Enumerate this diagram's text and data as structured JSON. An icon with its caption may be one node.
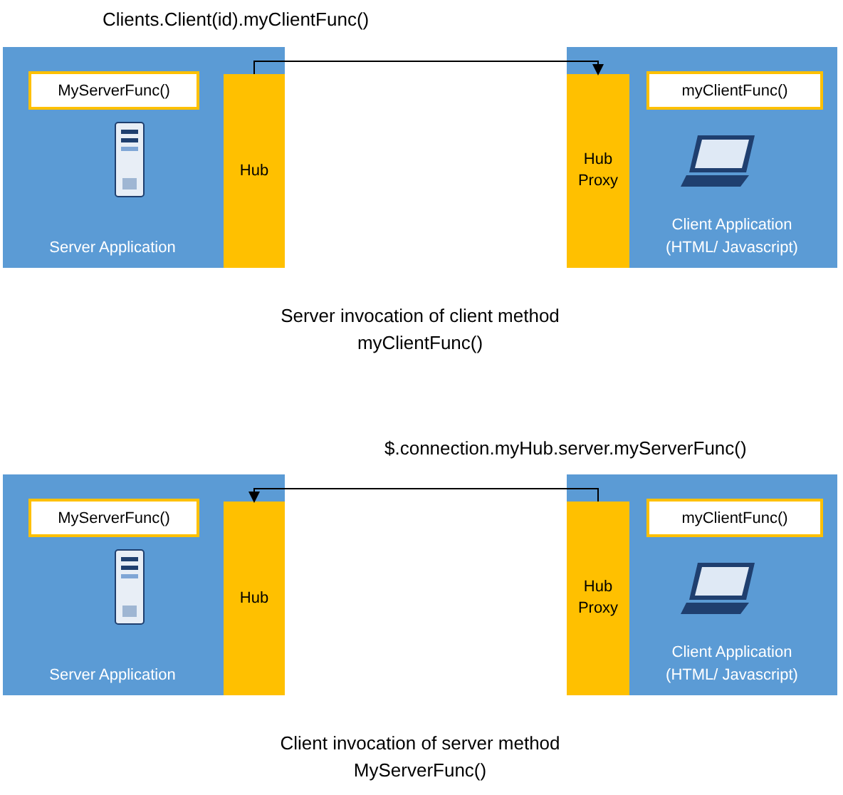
{
  "diagram": {
    "nodes": [
      {
        "text": [
          "Server Application"
        ]
      },
      {
        "text": [
          "MyServerFunc()"
        ],
        "in": 0
      },
      {
        "text": [
          "Hub"
        ],
        "in": 0
      },
      {
        "text": [
          "Client Application (HTML/ Javascript)"
        ]
      },
      {
        "text": [
          "myClientFunc()"
        ],
        "in": 3
      },
      {
        "text": [
          "Hub Proxy"
        ],
        "in": 3
      },
      {
        "text": [
          "Server Application"
        ]
      },
      {
        "text": [
          "MyServerFunc()"
        ],
        "in": 6
      },
      {
        "text": [
          "Hub"
        ],
        "in": 6
      },
      {
        "text": [
          "Client Application (HTML/ Javascript)"
        ]
      },
      {
        "text": [
          "myClientFunc()"
        ],
        "in": 9
      },
      {
        "text": [
          "Hub Proxy"
        ],
        "in": 9
      }
    ],
    "edges": [
      {
        "from": 2,
        "to": 5,
        "arrow": "to",
        "label": "Clients.Client(id).myClientFunc()"
      },
      {
        "from": 11,
        "to": 8,
        "arrow": "to",
        "label": "$.connection.myHub.server.myServerFunc()"
      }
    ],
    "labels": [
      "Server invocation of client method myClientFunc()",
      "Client invocation of server method MyServerFunc()"
    ]
  }
}
